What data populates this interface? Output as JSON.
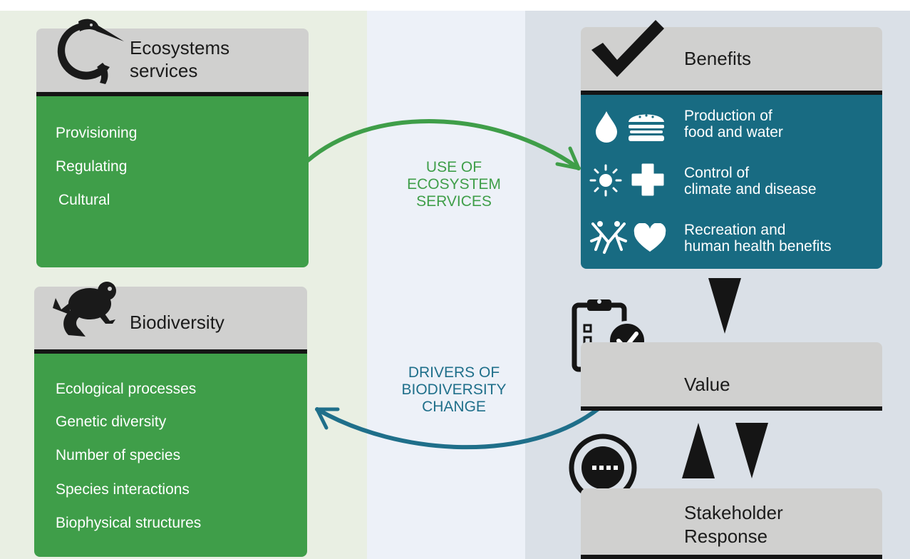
{
  "ecosystems": {
    "title_line1": "Ecosystems",
    "title_line2": "services",
    "items": [
      "Provisioning",
      "Regulating",
      "Cultural"
    ]
  },
  "biodiversity": {
    "title": "Biodiversity",
    "items": [
      "Ecological processes",
      "Genetic diversity",
      "Number of species",
      "Species interactions",
      "Biophysical structures"
    ]
  },
  "middle": {
    "use_lines": [
      "USE OF",
      "ECOSYSTEM",
      "SERVICES"
    ],
    "drivers_lines": [
      "DRIVERS OF",
      "BIODIVERSITY",
      "CHANGE"
    ]
  },
  "benefits": {
    "title": "Benefits",
    "items": [
      {
        "line1": "Production of",
        "line2": "food and water",
        "icons": [
          "water-drop-icon",
          "burger-icon"
        ]
      },
      {
        "line1": "Control of",
        "line2": "climate and disease",
        "icons": [
          "sun-icon",
          "medical-cross-icon"
        ]
      },
      {
        "line1": "Recreation and",
        "line2": "human health benefits",
        "icons": [
          "people-icon",
          "heart-icon"
        ]
      }
    ]
  },
  "value": {
    "title": "Value"
  },
  "stakeholder": {
    "title_line1": "Stakeholder",
    "title_line2": "Response"
  },
  "colors": {
    "green_panel": "#3f9e49",
    "blue_panel": "#186b82",
    "header_gray": "#d0d0cf",
    "bg_left": "#e9efe3",
    "bg_mid": "#edf1f8",
    "bg_right": "#dae0e7",
    "green_text": "#3f9e49",
    "blue_text": "#1f6f8a"
  }
}
